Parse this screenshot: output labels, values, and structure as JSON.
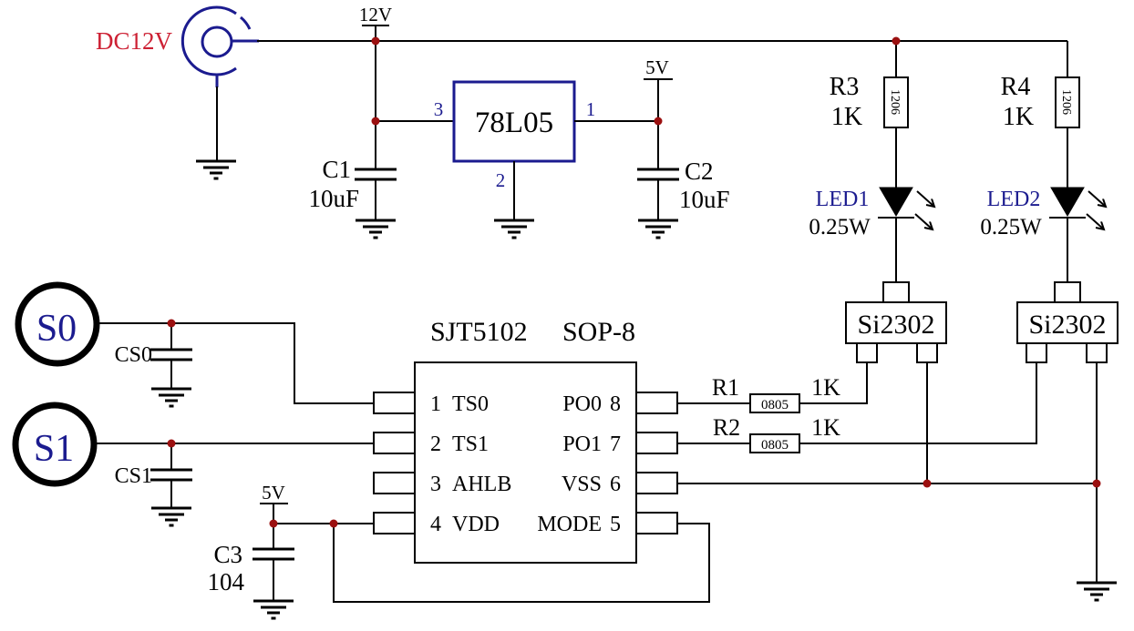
{
  "colors": {
    "navy": "#1b1b8f",
    "red": "#cd2134",
    "junction_dot": "#9b1010",
    "wire": "#000000",
    "background": "#ffffff"
  },
  "power": {
    "connector_label": "DC12V",
    "rail_12v": "12V",
    "rail_5v": "5V",
    "regulator": {
      "name": "78L05",
      "pin_input": "3",
      "pin_output": "1",
      "pin_ground": "2"
    },
    "c1": {
      "ref": "C1",
      "value": "10uF"
    },
    "c2": {
      "ref": "C2",
      "value": "10uF"
    }
  },
  "led_drivers": {
    "r3": {
      "ref": "R3",
      "value": "1K",
      "package": "1206"
    },
    "r4": {
      "ref": "R4",
      "value": "1K",
      "package": "1206"
    },
    "led1": {
      "ref": "LED1",
      "power": "0.25W"
    },
    "led2": {
      "ref": "LED2",
      "power": "0.25W"
    },
    "q1": {
      "name": "Si2302"
    },
    "q2": {
      "name": "Si2302"
    }
  },
  "ic": {
    "name": "SJT5102",
    "package": "SOP-8",
    "pins_left": [
      {
        "num": "1",
        "name": "TS0"
      },
      {
        "num": "2",
        "name": "TS1"
      },
      {
        "num": "3",
        "name": "AHLB"
      },
      {
        "num": "4",
        "name": "VDD"
      }
    ],
    "pins_right": [
      {
        "name": "PO0",
        "num": "8"
      },
      {
        "name": "PO1",
        "num": "7"
      },
      {
        "name": "VSS",
        "num": "6"
      },
      {
        "name": "MODE",
        "num": "5"
      }
    ],
    "r1": {
      "ref": "R1",
      "value": "1K",
      "package": "0805"
    },
    "r2": {
      "ref": "R2",
      "value": "1K",
      "package": "0805"
    }
  },
  "touch": {
    "s0": "S0",
    "s1": "S1",
    "cs0": "CS0",
    "cs1": "CS1",
    "c3": {
      "ref": "C3",
      "value": "104"
    }
  }
}
